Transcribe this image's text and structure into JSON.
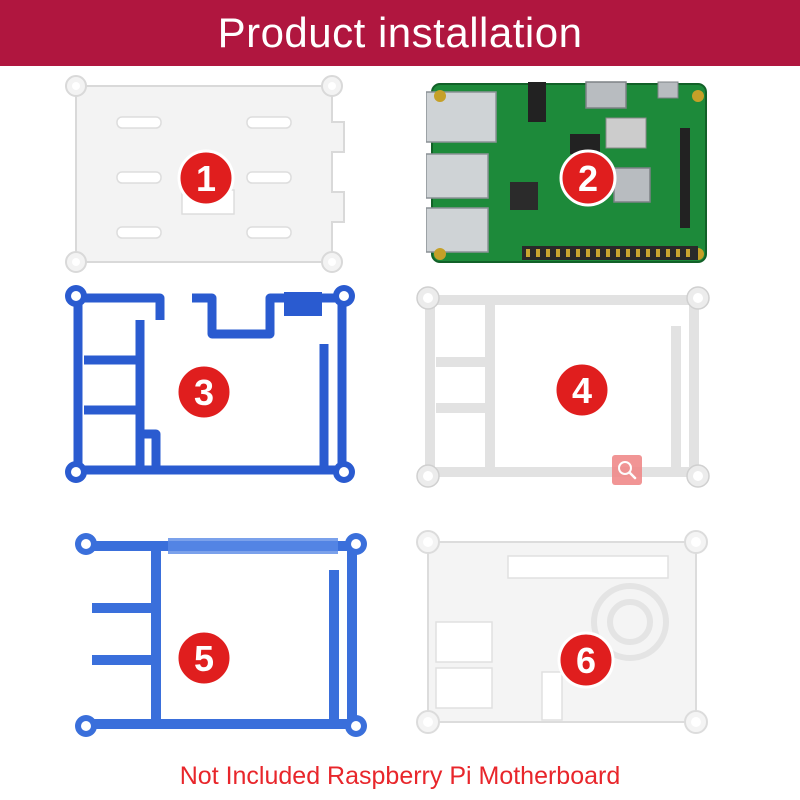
{
  "banner": {
    "title": "Product installation",
    "color": "#b0163f"
  },
  "parts": [
    {
      "number": "1",
      "name": "clear-top-cover"
    },
    {
      "number": "2",
      "name": "raspberry-pi-board"
    },
    {
      "number": "3",
      "name": "blue-frame-layer"
    },
    {
      "number": "4",
      "name": "clear-frame-layer"
    },
    {
      "number": "5",
      "name": "blue-frame-layer"
    },
    {
      "number": "6",
      "name": "clear-base-plate"
    }
  ],
  "badge_color": "#e01e1e",
  "footer": {
    "note": "Not Included Raspberry Pi Motherboard",
    "color": "#e8262b"
  },
  "overlay": {
    "icon": "zoom-icon"
  }
}
